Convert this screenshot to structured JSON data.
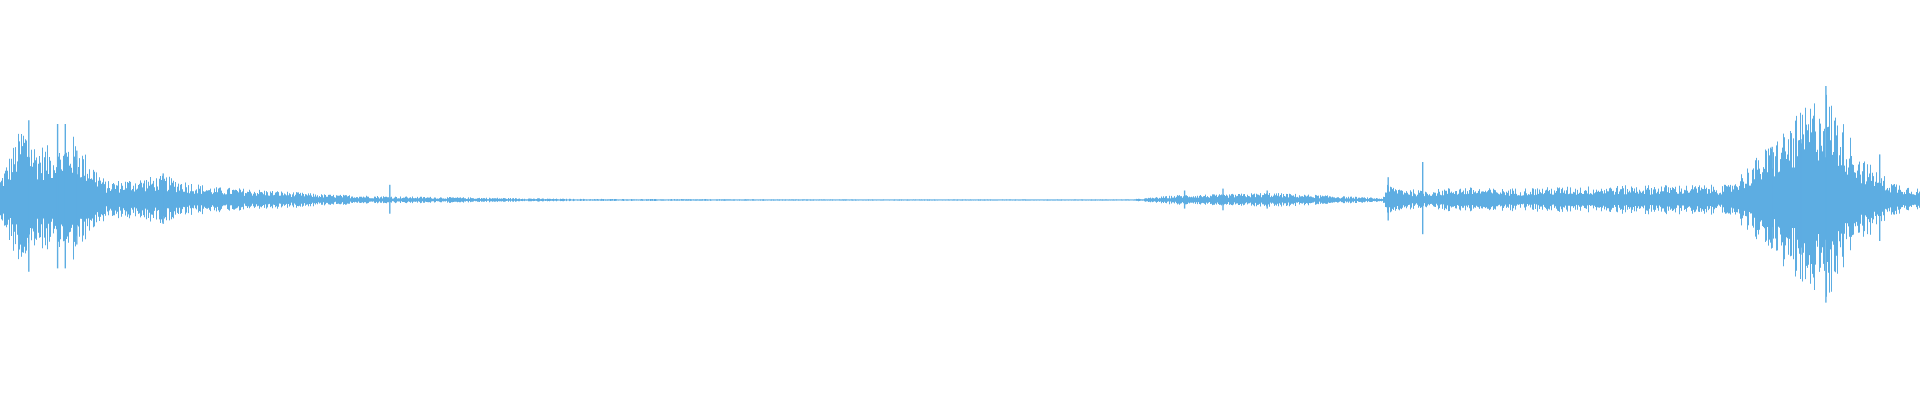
{
  "waveform": {
    "color": "#5DADE2",
    "background": "#ffffff",
    "centerline_fraction": 0.5,
    "amplitude_envelope": [
      {
        "t": 0.0,
        "a": 0.12
      },
      {
        "t": 0.012,
        "a": 0.42
      },
      {
        "t": 0.018,
        "a": 0.3
      },
      {
        "t": 0.03,
        "a": 0.28
      },
      {
        "t": 0.038,
        "a": 0.34
      },
      {
        "t": 0.055,
        "a": 0.1
      },
      {
        "t": 0.085,
        "a": 0.13
      },
      {
        "t": 0.11,
        "a": 0.07
      },
      {
        "t": 0.13,
        "a": 0.06
      },
      {
        "t": 0.17,
        "a": 0.03
      },
      {
        "t": 0.205,
        "a": 0.02
      },
      {
        "t": 0.3,
        "a": 0.006
      },
      {
        "t": 0.45,
        "a": 0.004
      },
      {
        "t": 0.59,
        "a": 0.004
      },
      {
        "t": 0.616,
        "a": 0.03
      },
      {
        "t": 0.636,
        "a": 0.03
      },
      {
        "t": 0.66,
        "a": 0.04
      },
      {
        "t": 0.72,
        "a": 0.01
      },
      {
        "t": 0.722,
        "a": 0.08
      },
      {
        "t": 0.74,
        "a": 0.05
      },
      {
        "t": 0.76,
        "a": 0.07
      },
      {
        "t": 0.78,
        "a": 0.06
      },
      {
        "t": 0.81,
        "a": 0.07
      },
      {
        "t": 0.86,
        "a": 0.08
      },
      {
        "t": 0.9,
        "a": 0.08
      },
      {
        "t": 0.922,
        "a": 0.3
      },
      {
        "t": 0.95,
        "a": 0.6
      },
      {
        "t": 0.97,
        "a": 0.22
      },
      {
        "t": 0.985,
        "a": 0.1
      },
      {
        "t": 1.0,
        "a": 0.06
      }
    ],
    "spikes": [
      {
        "t": 0.015,
        "a": 0.42
      },
      {
        "t": 0.03,
        "a": 0.4
      },
      {
        "t": 0.034,
        "a": 0.4
      },
      {
        "t": 0.04,
        "a": 0.26
      },
      {
        "t": 0.085,
        "a": 0.14
      },
      {
        "t": 0.203,
        "a": 0.08
      },
      {
        "t": 0.617,
        "a": 0.05
      },
      {
        "t": 0.637,
        "a": 0.06
      },
      {
        "t": 0.66,
        "a": 0.05
      },
      {
        "t": 0.723,
        "a": 0.12
      },
      {
        "t": 0.741,
        "a": 0.2
      },
      {
        "t": 0.923,
        "a": 0.28
      },
      {
        "t": 0.938,
        "a": 0.32
      },
      {
        "t": 0.951,
        "a": 0.6
      },
      {
        "t": 0.979,
        "a": 0.24
      }
    ]
  }
}
